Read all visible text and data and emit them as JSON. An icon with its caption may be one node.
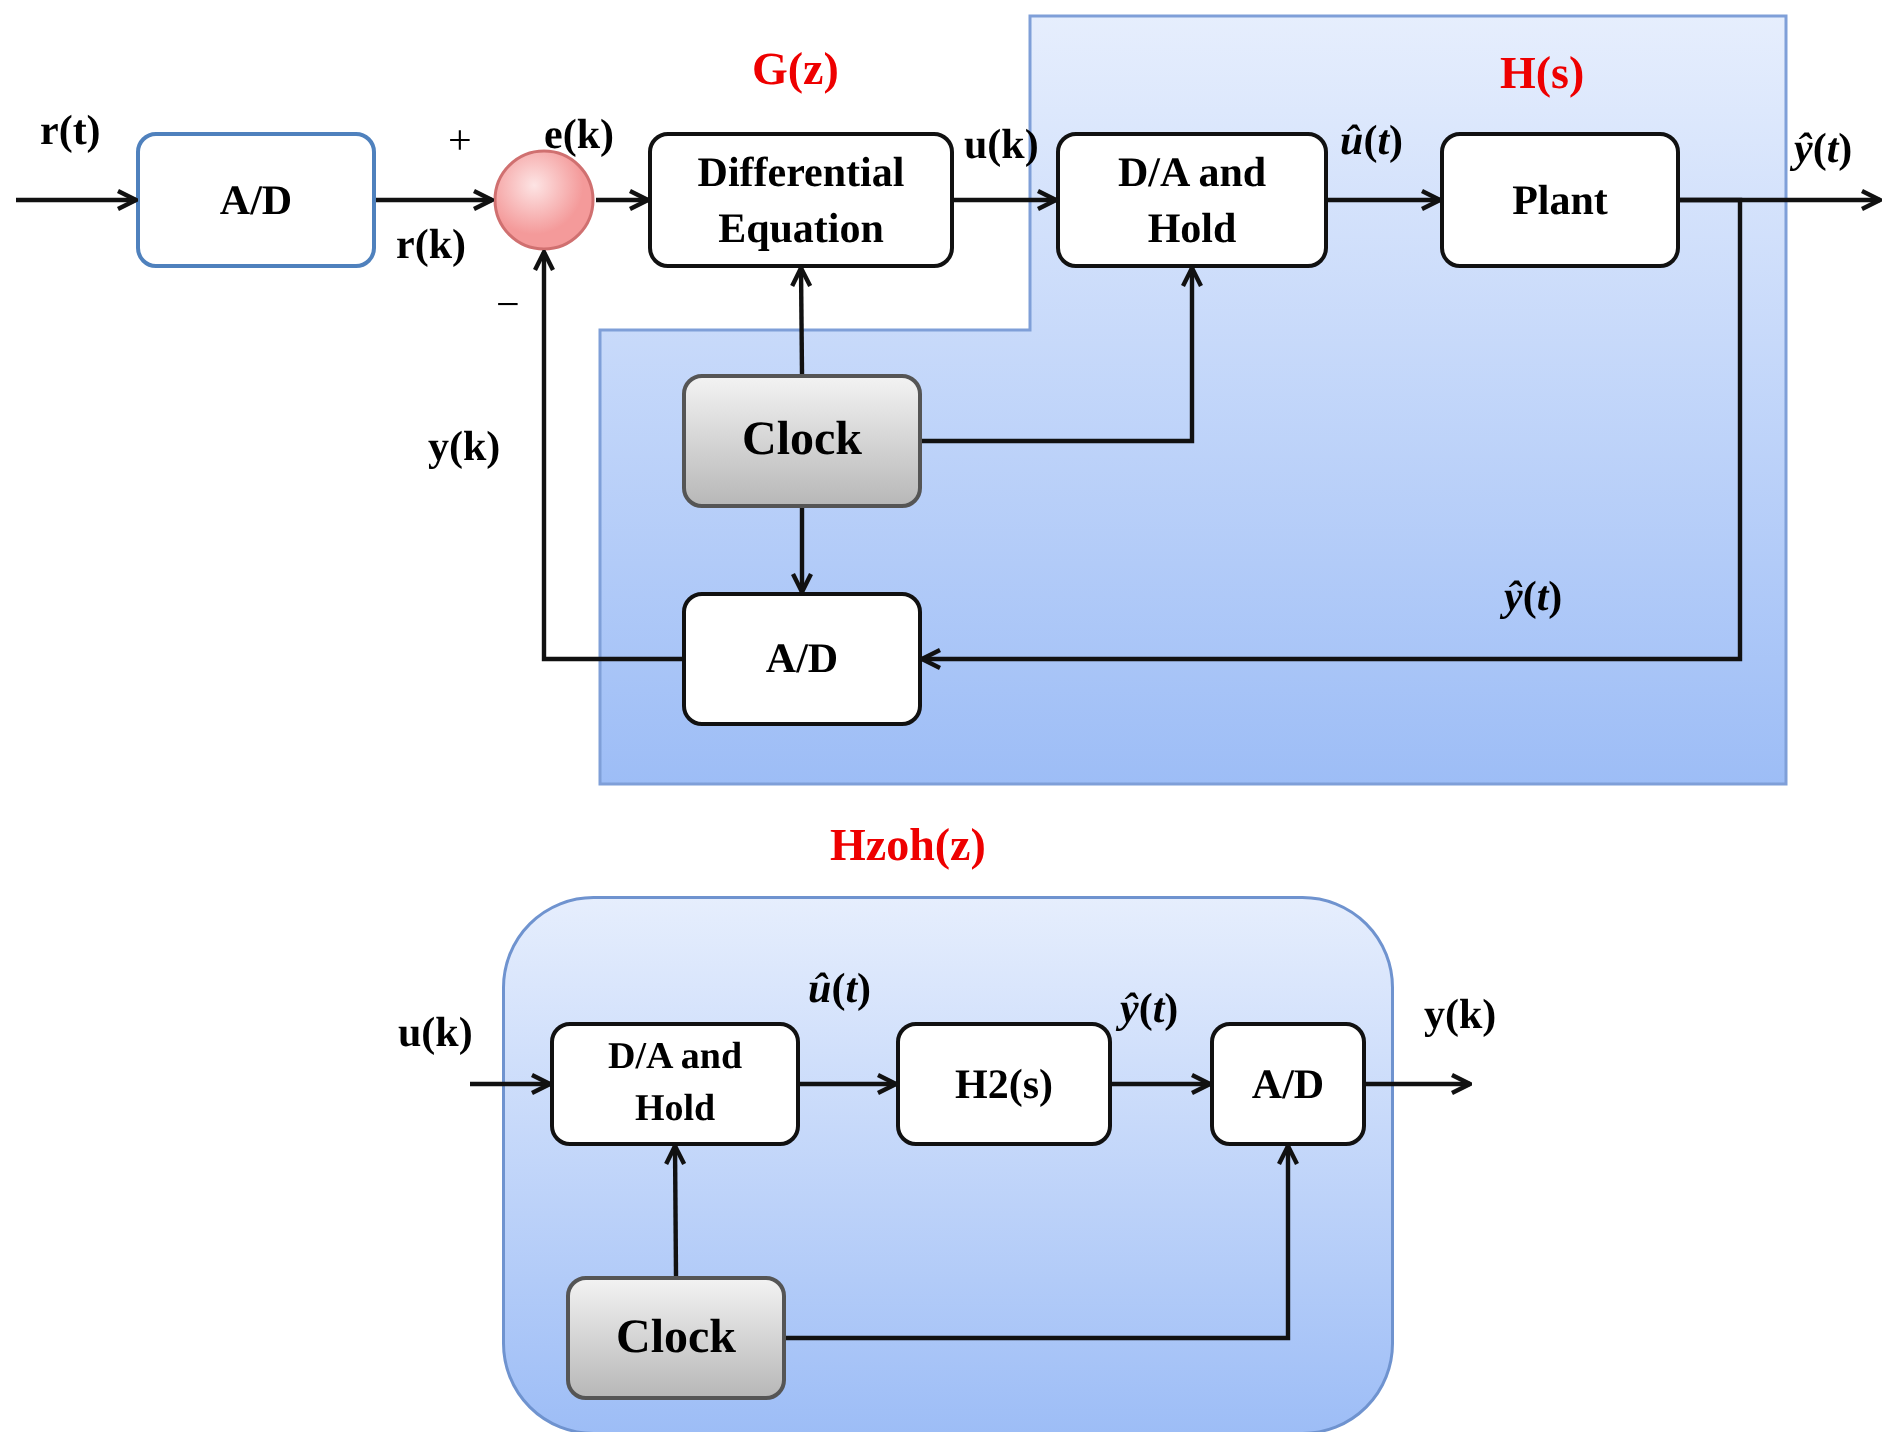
{
  "diagram": {
    "nodes": [
      {
        "text": [
          "A/D"
        ]
      },
      {
        "text": [],
        "shape": "circle"
      },
      {
        "text": [
          "Differential Equation"
        ],
        "beside": [
          "G(z)"
        ]
      },
      {
        "text": [
          "H(s)"
        ]
      },
      {
        "text": [
          "D/A and Hold"
        ],
        "in": 3
      },
      {
        "text": [
          "Plant"
        ],
        "in": 3
      },
      {
        "text": [
          "Clock"
        ],
        "in": 3
      },
      {
        "text": [
          "A/D"
        ],
        "in": 3
      },
      {
        "text": [
          "Hzoh(z)"
        ]
      },
      {
        "text": [
          "D/A and Hold"
        ],
        "in": 8
      },
      {
        "text": [
          "H2(s)"
        ],
        "in": 8
      },
      {
        "text": [
          "A/D"
        ],
        "in": 8
      },
      {
        "text": [
          "Clock"
        ],
        "in": 8
      }
    ],
    "edges": [
      {
        "from": null,
        "to": 0,
        "arrow": "to",
        "label": "r(t)"
      },
      {
        "from": 0,
        "to": 1,
        "arrow": "to",
        "label": "r(k)"
      },
      {
        "from": 1,
        "to": 2,
        "arrow": "to",
        "label": "e(k)"
      },
      {
        "from": 2,
        "to": 4,
        "arrow": "to",
        "label": "u(k)"
      },
      {
        "from": 4,
        "to": 5,
        "arrow": "to",
        "label": "*û*(*t*)"
      },
      {
        "from": 5,
        "to": null,
        "arrow": "to",
        "label": "*ŷ*(*t*)"
      },
      {
        "from": 5,
        "to": 7,
        "arrow": "to",
        "label": "*ŷ*(*t*)"
      },
      {
        "from": 7,
        "to": 1,
        "arrow": "to",
        "label": "y(k)"
      },
      {
        "from": 6,
        "to": 2,
        "arrow": "to"
      },
      {
        "from": 6,
        "to": 4,
        "arrow": "to"
      },
      {
        "from": 6,
        "to": 7,
        "arrow": "to"
      },
      {
        "from": null,
        "to": 9,
        "arrow": "to",
        "label": "u(k)"
      },
      {
        "from": 9,
        "to": 10,
        "arrow": "to",
        "label": "*û*(*t*)"
      },
      {
        "from": 10,
        "to": 11,
        "arrow": "to",
        "label": "*ŷ*(*t*)"
      },
      {
        "from": 11,
        "to": null,
        "arrow": "to",
        "label": "y(k)"
      },
      {
        "from": 12,
        "to": 9,
        "arrow": "to"
      },
      {
        "from": 12,
        "to": 11,
        "arrow": "to"
      }
    ],
    "labels": [
      "+",
      "−"
    ]
  }
}
